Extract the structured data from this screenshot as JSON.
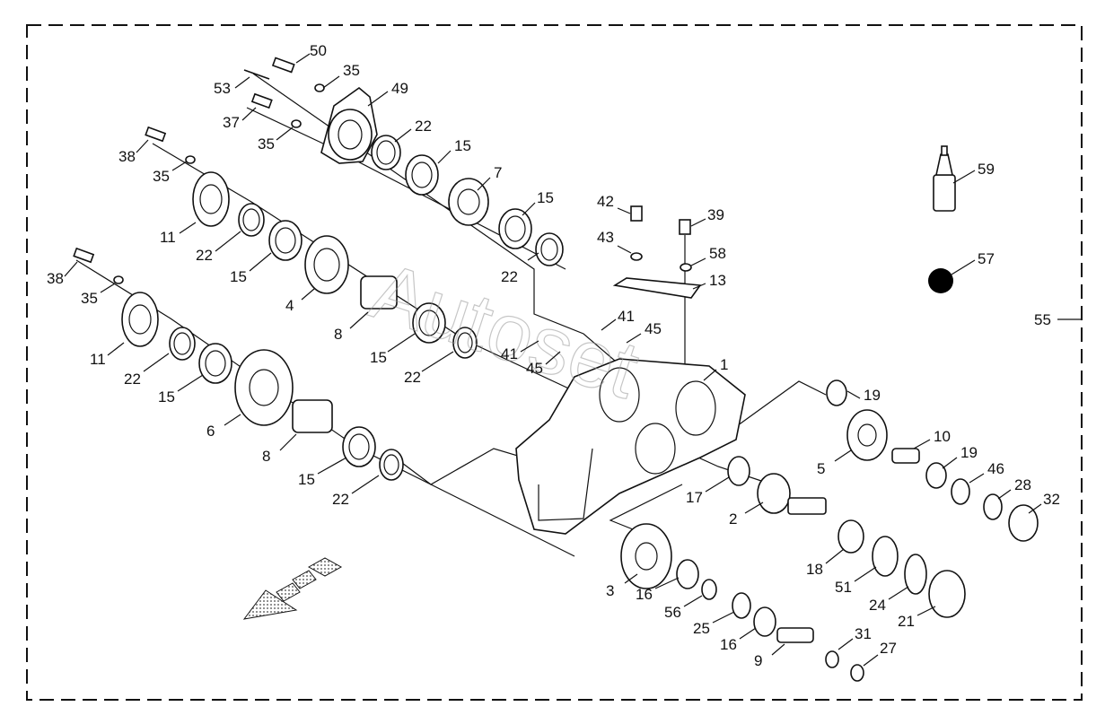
{
  "watermark": "Autoset",
  "callouts": [
    {
      "id": "c-50",
      "label": "50"
    },
    {
      "id": "c-35a",
      "label": "35"
    },
    {
      "id": "c-53",
      "label": "53"
    },
    {
      "id": "c-49",
      "label": "49"
    },
    {
      "id": "c-37",
      "label": "37"
    },
    {
      "id": "c-35b",
      "label": "35"
    },
    {
      "id": "c-22a",
      "label": "22"
    },
    {
      "id": "c-15a",
      "label": "15"
    },
    {
      "id": "c-38a",
      "label": "38"
    },
    {
      "id": "c-35c",
      "label": "35"
    },
    {
      "id": "c-7",
      "label": "7"
    },
    {
      "id": "c-15b",
      "label": "15"
    },
    {
      "id": "c-11a",
      "label": "11"
    },
    {
      "id": "c-22b",
      "label": "22"
    },
    {
      "id": "c-15c",
      "label": "15"
    },
    {
      "id": "c-22c",
      "label": "22"
    },
    {
      "id": "c-4",
      "label": "4"
    },
    {
      "id": "c-42",
      "label": "42"
    },
    {
      "id": "c-39",
      "label": "39"
    },
    {
      "id": "c-43",
      "label": "43"
    },
    {
      "id": "c-58",
      "label": "58"
    },
    {
      "id": "c-13",
      "label": "13"
    },
    {
      "id": "c-59",
      "label": "59"
    },
    {
      "id": "c-57",
      "label": "57"
    },
    {
      "id": "c-55",
      "label": "55"
    },
    {
      "id": "c-38b",
      "label": "38"
    },
    {
      "id": "c-35d",
      "label": "35"
    },
    {
      "id": "c-11b",
      "label": "11"
    },
    {
      "id": "c-8a",
      "label": "8"
    },
    {
      "id": "c-15d",
      "label": "15"
    },
    {
      "id": "c-41a",
      "label": "41"
    },
    {
      "id": "c-45a",
      "label": "45"
    },
    {
      "id": "c-41b",
      "label": "41"
    },
    {
      "id": "c-45b",
      "label": "45"
    },
    {
      "id": "c-22d",
      "label": "22"
    },
    {
      "id": "c-15e",
      "label": "15"
    },
    {
      "id": "c-22e",
      "label": "22"
    },
    {
      "id": "c-1",
      "label": "1"
    },
    {
      "id": "c-6",
      "label": "6"
    },
    {
      "id": "c-19a",
      "label": "19"
    },
    {
      "id": "c-8b",
      "label": "8"
    },
    {
      "id": "c-10",
      "label": "10"
    },
    {
      "id": "c-19b",
      "label": "19"
    },
    {
      "id": "c-5",
      "label": "5"
    },
    {
      "id": "c-46",
      "label": "46"
    },
    {
      "id": "c-15f",
      "label": "15"
    },
    {
      "id": "c-28",
      "label": "28"
    },
    {
      "id": "c-32",
      "label": "32"
    },
    {
      "id": "c-22f",
      "label": "22"
    },
    {
      "id": "c-17",
      "label": "17"
    },
    {
      "id": "c-2",
      "label": "2"
    },
    {
      "id": "c-18",
      "label": "18"
    },
    {
      "id": "c-51",
      "label": "51"
    },
    {
      "id": "c-3",
      "label": "3"
    },
    {
      "id": "c-16a",
      "label": "16"
    },
    {
      "id": "c-24",
      "label": "24"
    },
    {
      "id": "c-56",
      "label": "56"
    },
    {
      "id": "c-21",
      "label": "21"
    },
    {
      "id": "c-25",
      "label": "25"
    },
    {
      "id": "c-16b",
      "label": "16"
    },
    {
      "id": "c-31",
      "label": "31"
    },
    {
      "id": "c-9",
      "label": "9"
    },
    {
      "id": "c-27",
      "label": "27"
    }
  ]
}
